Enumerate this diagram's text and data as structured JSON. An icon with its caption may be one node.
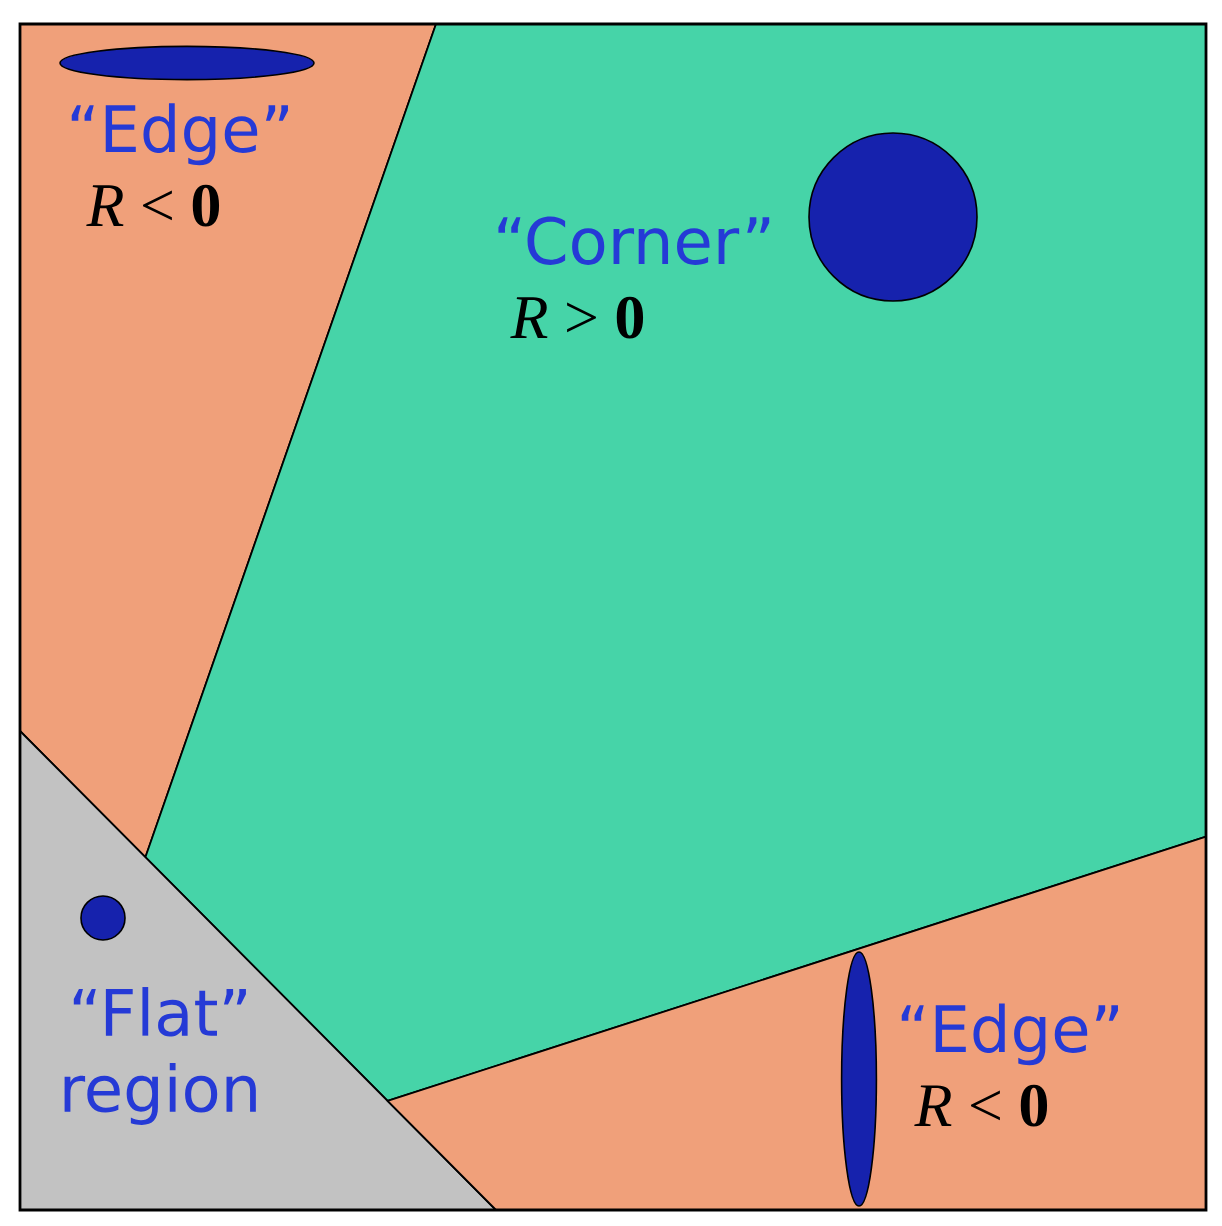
{
  "diagram": {
    "nodes": [
      {
        "text": [
          "“Edge”",
          "*R* < **0**"
        ]
      },
      {
        "text": [
          "“Corner”",
          "*R* > **0**"
        ]
      },
      {
        "text": [
          "“Flat” region"
        ]
      },
      {
        "text": [
          "“Edge”",
          "*R* < **0**"
        ]
      }
    ]
  }
}
